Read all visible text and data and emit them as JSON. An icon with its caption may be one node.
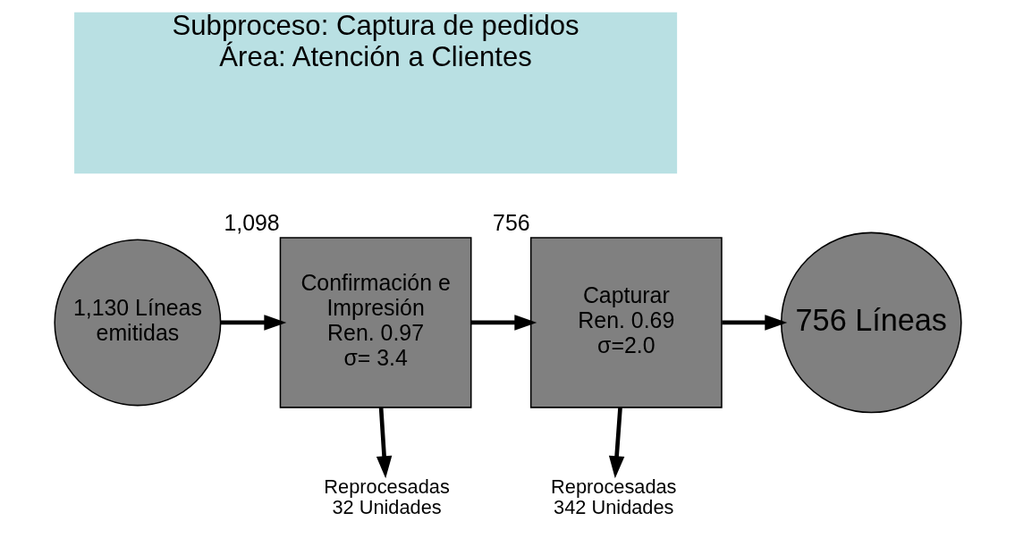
{
  "diagram": {
    "nodes": [
      {
        "text": [
          "Subproceso: Captura de pedidos",
          "Área: Atención a Clientes"
        ]
      },
      {
        "text": [
          "1,130 Líneas emitidas"
        ]
      },
      {
        "text": [
          "Confirmación e Impresión",
          "Ren. 0.97",
          "σ= 3.4"
        ],
        "beside": [
          "1,098"
        ]
      },
      {
        "text": [
          "Capturar",
          "Ren. 0.69",
          "σ=2.0"
        ],
        "beside": [
          "756"
        ]
      },
      {
        "text": [
          "756 Líneas"
        ]
      },
      {
        "text": [
          "Reprocesadas 32 Unidades"
        ]
      },
      {
        "text": [
          "Reprocesadas 342 Unidades"
        ]
      }
    ],
    "edges": [
      {
        "from": 1,
        "to": 2,
        "arrow": "to"
      },
      {
        "from": 2,
        "to": 3,
        "arrow": "to"
      },
      {
        "from": 3,
        "to": 4,
        "arrow": "to"
      },
      {
        "from": 2,
        "to": 5,
        "arrow": "to"
      },
      {
        "from": 3,
        "to": 6,
        "arrow": "to"
      }
    ]
  }
}
